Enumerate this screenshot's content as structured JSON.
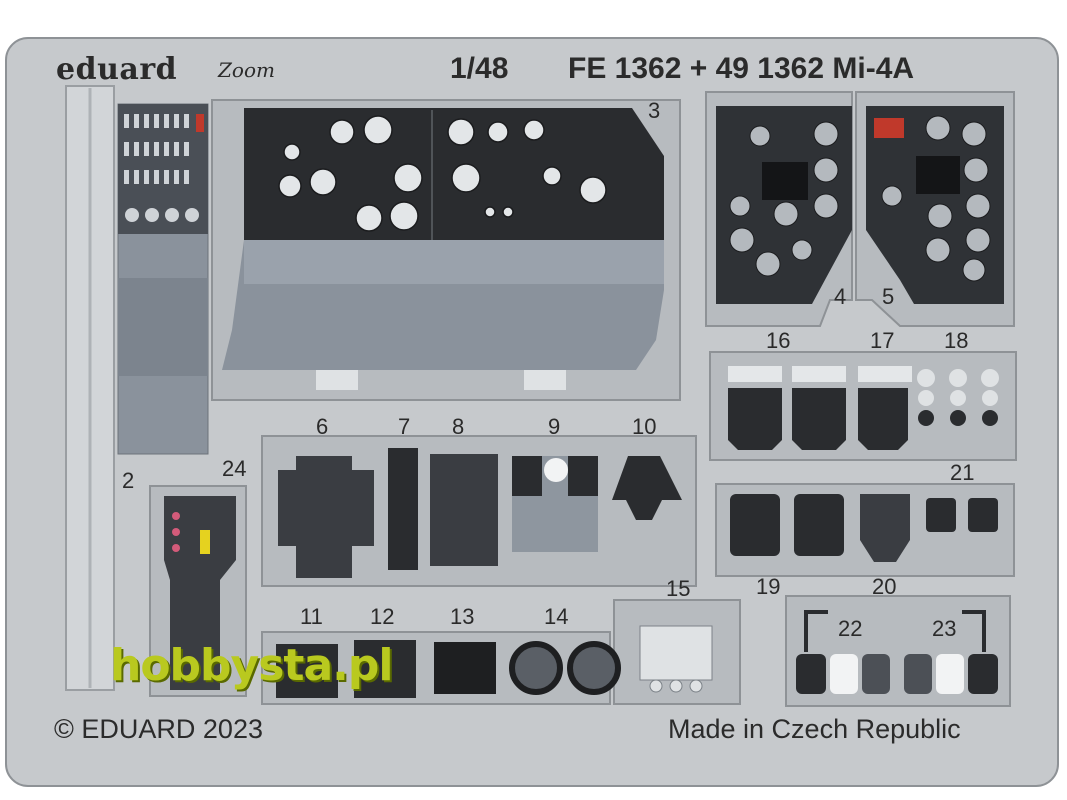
{
  "header": {
    "brand": "eduard",
    "zoom_logo": "Zoom",
    "scale": "1/48",
    "product": "FE 1362 + 49 1362 Mi-4A"
  },
  "part_numbers": [
    "2",
    "3",
    "4",
    "5",
    "6",
    "7",
    "8",
    "9",
    "10",
    "11",
    "12",
    "13",
    "14",
    "15",
    "16",
    "17",
    "18",
    "19",
    "20",
    "21",
    "22",
    "23",
    "24"
  ],
  "footer": {
    "copyright": "© EDUARD 2023",
    "origin": "Made in Czech Republic"
  },
  "watermark": {
    "text": "hobbysta.pl",
    "color": "#b9c91f"
  },
  "colors": {
    "fret": "#c6c9cc",
    "fret_edge": "#8e9296",
    "panel_black": "#2a2c2f",
    "panel_grey": "#8a929c",
    "gauge_face": "#d9dde0"
  }
}
